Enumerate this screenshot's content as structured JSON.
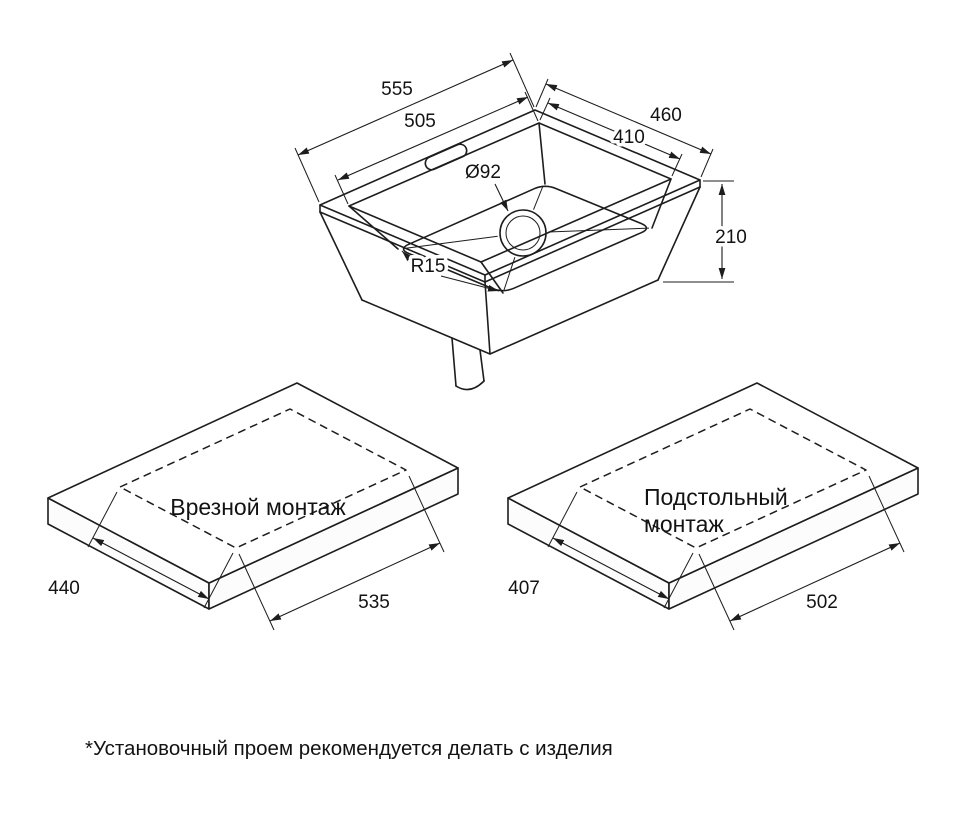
{
  "sink": {
    "dims": {
      "outer_width": "555",
      "inner_width": "505",
      "outer_depth": "460",
      "inner_depth": "410",
      "drain_diameter": "Ø92",
      "height": "210",
      "bottom_corner_radius": "R15"
    }
  },
  "mounts": {
    "inset": {
      "label": "Врезной монтаж",
      "cutout_depth": "440",
      "cutout_width": "535"
    },
    "undermount": {
      "label_line1": "Подстольный",
      "label_line2": "монтаж",
      "cutout_depth": "407",
      "cutout_width": "502"
    }
  },
  "footnote": "*Установочный проем рекомендуется делать с изделия",
  "colors": {
    "line": "#1d1d1d",
    "text": "#131313",
    "background": "#ffffff"
  }
}
